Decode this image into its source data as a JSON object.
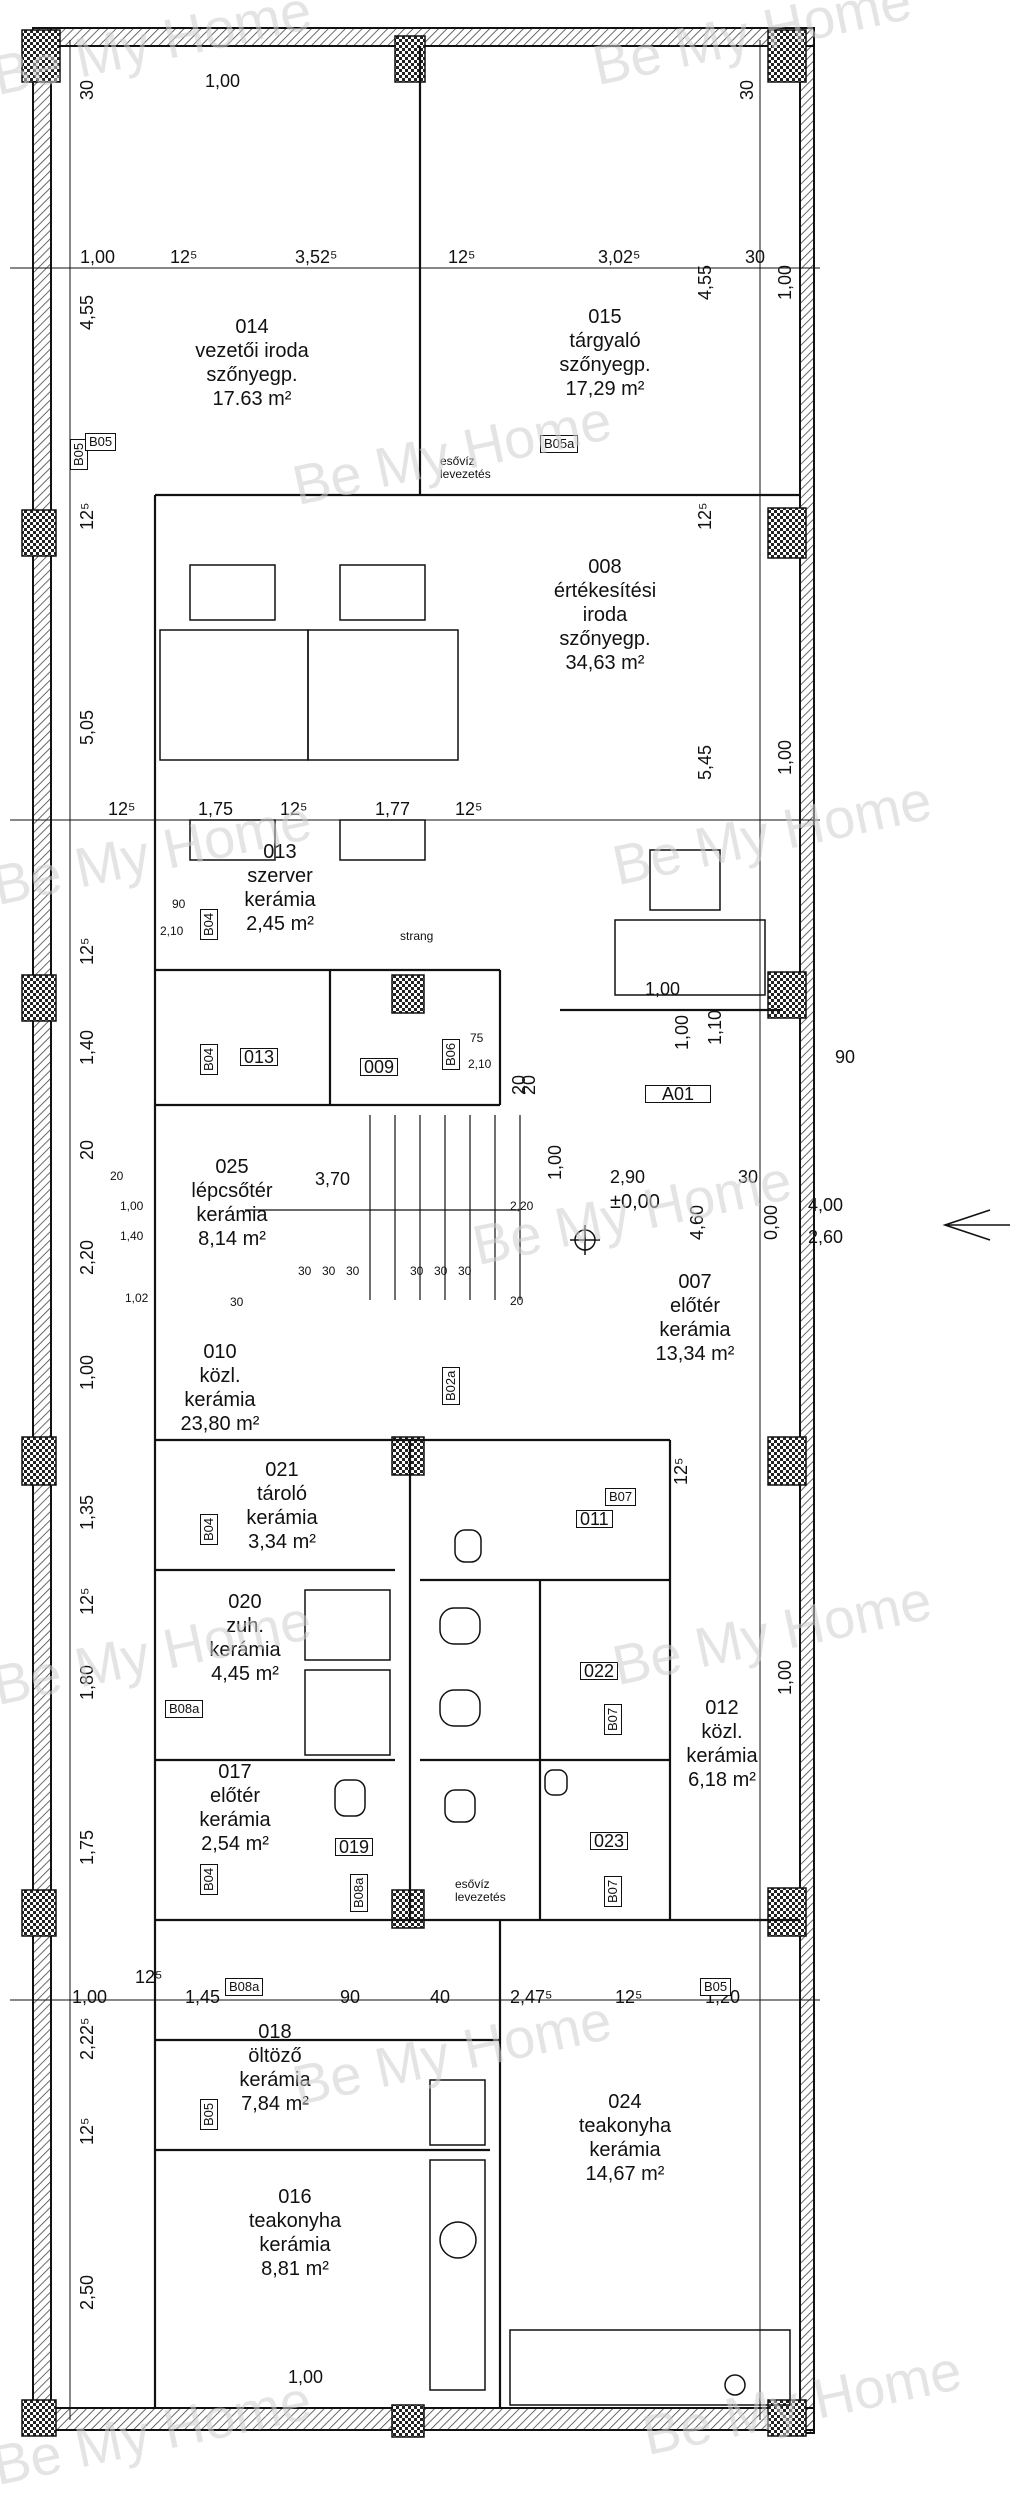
{
  "rooms": [
    {
      "num": "014",
      "lines": [
        "vezetői iroda",
        "szőnyegp.",
        "17.63 m²"
      ]
    },
    {
      "num": "015",
      "lines": [
        "tárgyaló",
        "szőnyegp.",
        "17,29 m²"
      ]
    },
    {
      "num": "008",
      "lines": [
        "értékesítési",
        "iroda",
        "szőnyegp.",
        "34,63 m²"
      ]
    },
    {
      "num": "013",
      "lines": [
        "szerver",
        "kerámia",
        "2,45 m²"
      ]
    },
    {
      "num": "025",
      "lines": [
        "lépcsőtér",
        "kerámia",
        "8,14 m²"
      ]
    },
    {
      "num": "010",
      "lines": [
        "közl.",
        "kerámia",
        "23,80 m²"
      ]
    },
    {
      "num": "007",
      "lines": [
        "előtér",
        "kerámia",
        "13,34 m²"
      ]
    },
    {
      "num": "021",
      "lines": [
        "tároló",
        "kerámia",
        "3,34 m²"
      ]
    },
    {
      "num": "020",
      "lines": [
        "zuh.",
        "kerámia",
        "4,45 m²"
      ]
    },
    {
      "num": "017",
      "lines": [
        "előtér",
        "kerámia",
        "2,54 m²"
      ]
    },
    {
      "num": "012",
      "lines": [
        "közl.",
        "kerámia",
        "6,18 m²"
      ]
    },
    {
      "num": "018",
      "lines": [
        "öltöző",
        "kerámia",
        "7,84 m²"
      ]
    },
    {
      "num": "016",
      "lines": [
        "teakonyha",
        "kerámia",
        "8,81 m²"
      ]
    },
    {
      "num": "024",
      "lines": [
        "teakonyha",
        "kerámia",
        "14,67 m²"
      ]
    }
  ],
  "boxed_tags": [
    "013",
    "009",
    "011",
    "022",
    "023",
    "019",
    "A01"
  ],
  "dimensions": {
    "top_width": "1,00",
    "row1": [
      "1,00",
      "12⁵",
      "3,52⁵",
      "12⁵",
      "3,02⁵",
      "30"
    ],
    "row2": [
      "12⁵",
      "1,75",
      "12⁵",
      "1,77",
      "12⁵"
    ],
    "row3": [
      "1,00",
      "1,45",
      "12⁵",
      "90",
      "40",
      "2,47⁵",
      "12⁵",
      "1,20"
    ],
    "bottom_width": "1,00",
    "left": [
      "30",
      "4,55",
      "12⁵",
      "5,05",
      "12⁵",
      "1,40",
      "20",
      "2,20",
      "1,00",
      "1,35",
      "12⁵",
      "1,80",
      "1,75",
      "2,22⁵",
      "12⁵",
      "2,50"
    ],
    "right": [
      "30",
      "4,55",
      "1,00",
      "12⁵",
      "5,45",
      "1,00",
      "1,00",
      "1,10",
      "20",
      "4,60",
      "0,00",
      "12⁵",
      "1,00"
    ],
    "entrance_width": "90",
    "entrance_level_a": "4,00",
    "entrance_level_b": "2,60",
    "level_mark": "±0,00",
    "inner": [
      "1,00",
      "2,90",
      "30",
      "20",
      "1,00",
      "3,70"
    ],
    "stair_steps": [
      "30",
      "30",
      "30",
      "30",
      "30",
      "30"
    ],
    "stair_extra": [
      "20",
      "1,00",
      "1,40",
      "1,02",
      "30",
      "2,20",
      "20"
    ]
  },
  "door_tags": [
    "B05",
    "B05a",
    "B04",
    "B04",
    "B06",
    "B02a",
    "B04",
    "B07",
    "B08a",
    "B07",
    "B04",
    "B07",
    "B08a",
    "B08a",
    "B05",
    "B05",
    "B05"
  ],
  "door_sizes": [
    "90",
    "2,10",
    "75",
    "2,10"
  ],
  "notes": [
    "esővíz levezetés",
    "esővíz levezetés",
    "strang"
  ],
  "watermark": "Be My Home",
  "colors": {
    "line": "#111111",
    "hatch": "#555555",
    "watermark": "#cfcfcf"
  }
}
